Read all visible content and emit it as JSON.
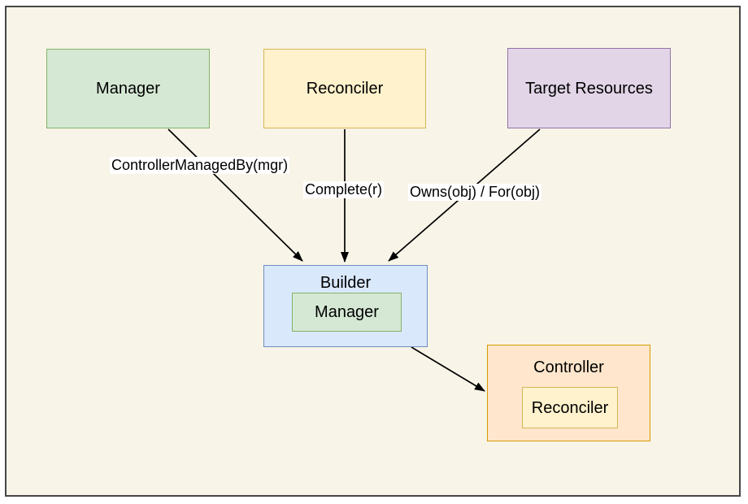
{
  "canvas": {
    "background": "#f8f4e8",
    "frame_border": "#474747"
  },
  "palette": {
    "canvas": {
      "fill": "#f8f4e8",
      "stroke": "#474747"
    },
    "green": {
      "fill": "#d5e8d4",
      "stroke": "#82b366"
    },
    "yellow": {
      "fill": "#fff2cc",
      "stroke": "#d6b656"
    },
    "purple": {
      "fill": "#e1d5e7",
      "stroke": "#9673a6"
    },
    "blue": {
      "fill": "#dae8fc",
      "stroke": "#6c8ebf"
    },
    "orange": {
      "fill": "#ffe6cc",
      "stroke": "#d79b00"
    }
  },
  "arrow": {
    "color": "#000000"
  },
  "nodes": {
    "manager": {
      "label": "Manager",
      "color": "green"
    },
    "reconciler": {
      "label": "Reconciler",
      "color": "yellow"
    },
    "target_resources": {
      "label": "Target Resources",
      "color": "purple"
    },
    "builder": {
      "label": "Builder",
      "color": "blue"
    },
    "builder_manager": {
      "label": "Manager",
      "color": "green"
    },
    "controller": {
      "label": "Controller",
      "color": "orange"
    },
    "controller_reconciler": {
      "label": "Reconciler",
      "color": "yellow"
    }
  },
  "edges": [
    {
      "from": "Manager",
      "to": "Builder",
      "label": "ControllerManagedBy(mgr)"
    },
    {
      "from": "Reconciler",
      "to": "Builder",
      "label": "Complete(r)"
    },
    {
      "from": "Target Resources",
      "to": "Builder",
      "label": "Owns(obj) / For(obj)"
    },
    {
      "from": "Builder",
      "to": "Controller",
      "label": ""
    }
  ]
}
